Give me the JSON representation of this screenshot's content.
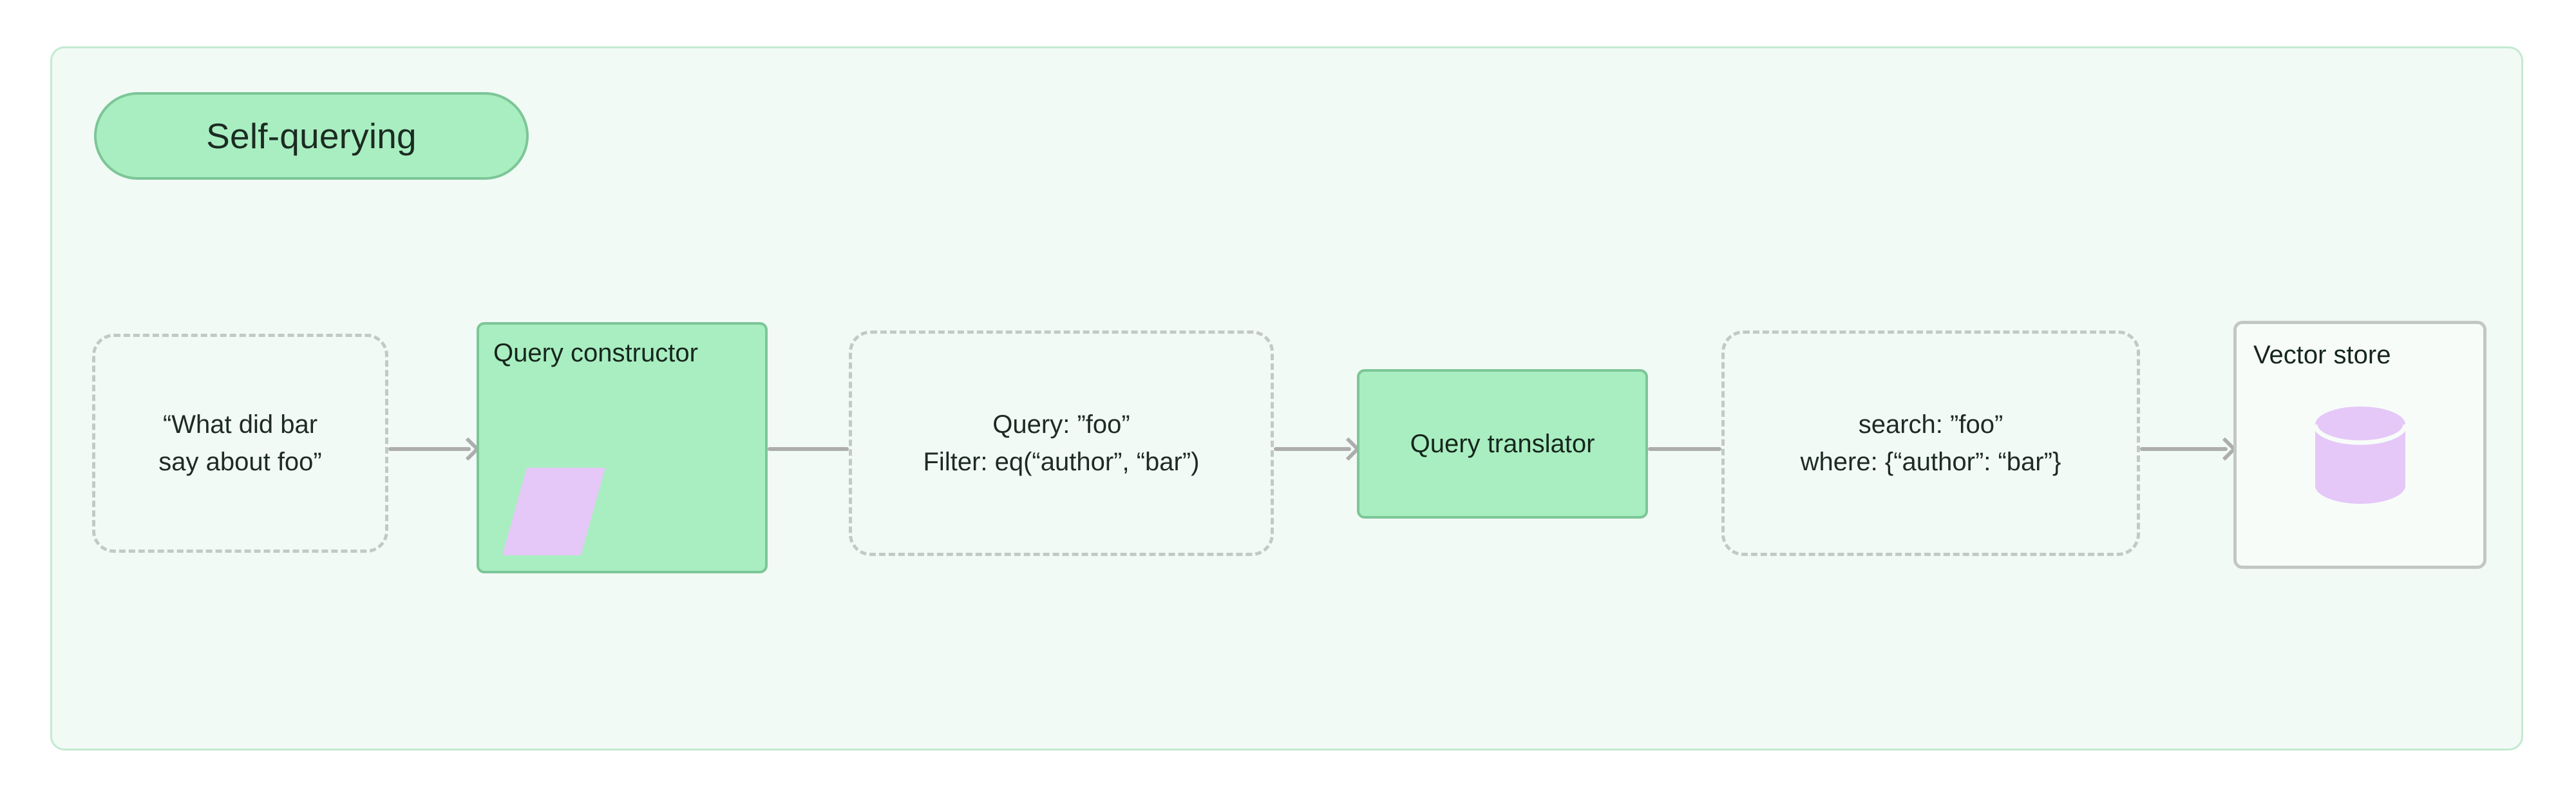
{
  "diagram": {
    "title_badge": "Self-querying",
    "colors": {
      "panel_background": "#f2faf5",
      "panel_border": "#c3ead2",
      "badge_fill": "#a9eec1",
      "badge_border": "#7cc698",
      "process_fill": "#a9eec1",
      "process_border": "#7cc698",
      "dashed_border": "#c2cac6",
      "store_border": "#c2c7c4",
      "accent_purple": "#e5c8f7",
      "arrow": "#adadad",
      "text": "#1d2b24"
    },
    "nodes": {
      "user_query": {
        "kind": "data",
        "lines": [
          "“What did bar",
          "say about foo”"
        ]
      },
      "query_constructor": {
        "kind": "process",
        "title": "Query constructor",
        "icon": "parallelogram-icon"
      },
      "structured_query": {
        "kind": "data",
        "lines": [
          "Query: ”foo”",
          "Filter: eq(“author”, “bar”)"
        ]
      },
      "query_translator": {
        "kind": "process",
        "title": "Query translator"
      },
      "vectorstore_query": {
        "kind": "data",
        "lines": [
          "search: ”foo”",
          "where: {“author”: “bar”}"
        ]
      },
      "vector_store": {
        "kind": "store",
        "title": "Vector store",
        "icon": "database-cylinder-icon"
      }
    },
    "edges": [
      {
        "from": "user_query",
        "to": "query_constructor",
        "arrowhead": true
      },
      {
        "from": "query_constructor",
        "to": "structured_query",
        "arrowhead": false
      },
      {
        "from": "structured_query",
        "to": "query_translator",
        "arrowhead": true
      },
      {
        "from": "query_translator",
        "to": "vectorstore_query",
        "arrowhead": false
      },
      {
        "from": "vectorstore_query",
        "to": "vector_store",
        "arrowhead": true
      }
    ]
  }
}
